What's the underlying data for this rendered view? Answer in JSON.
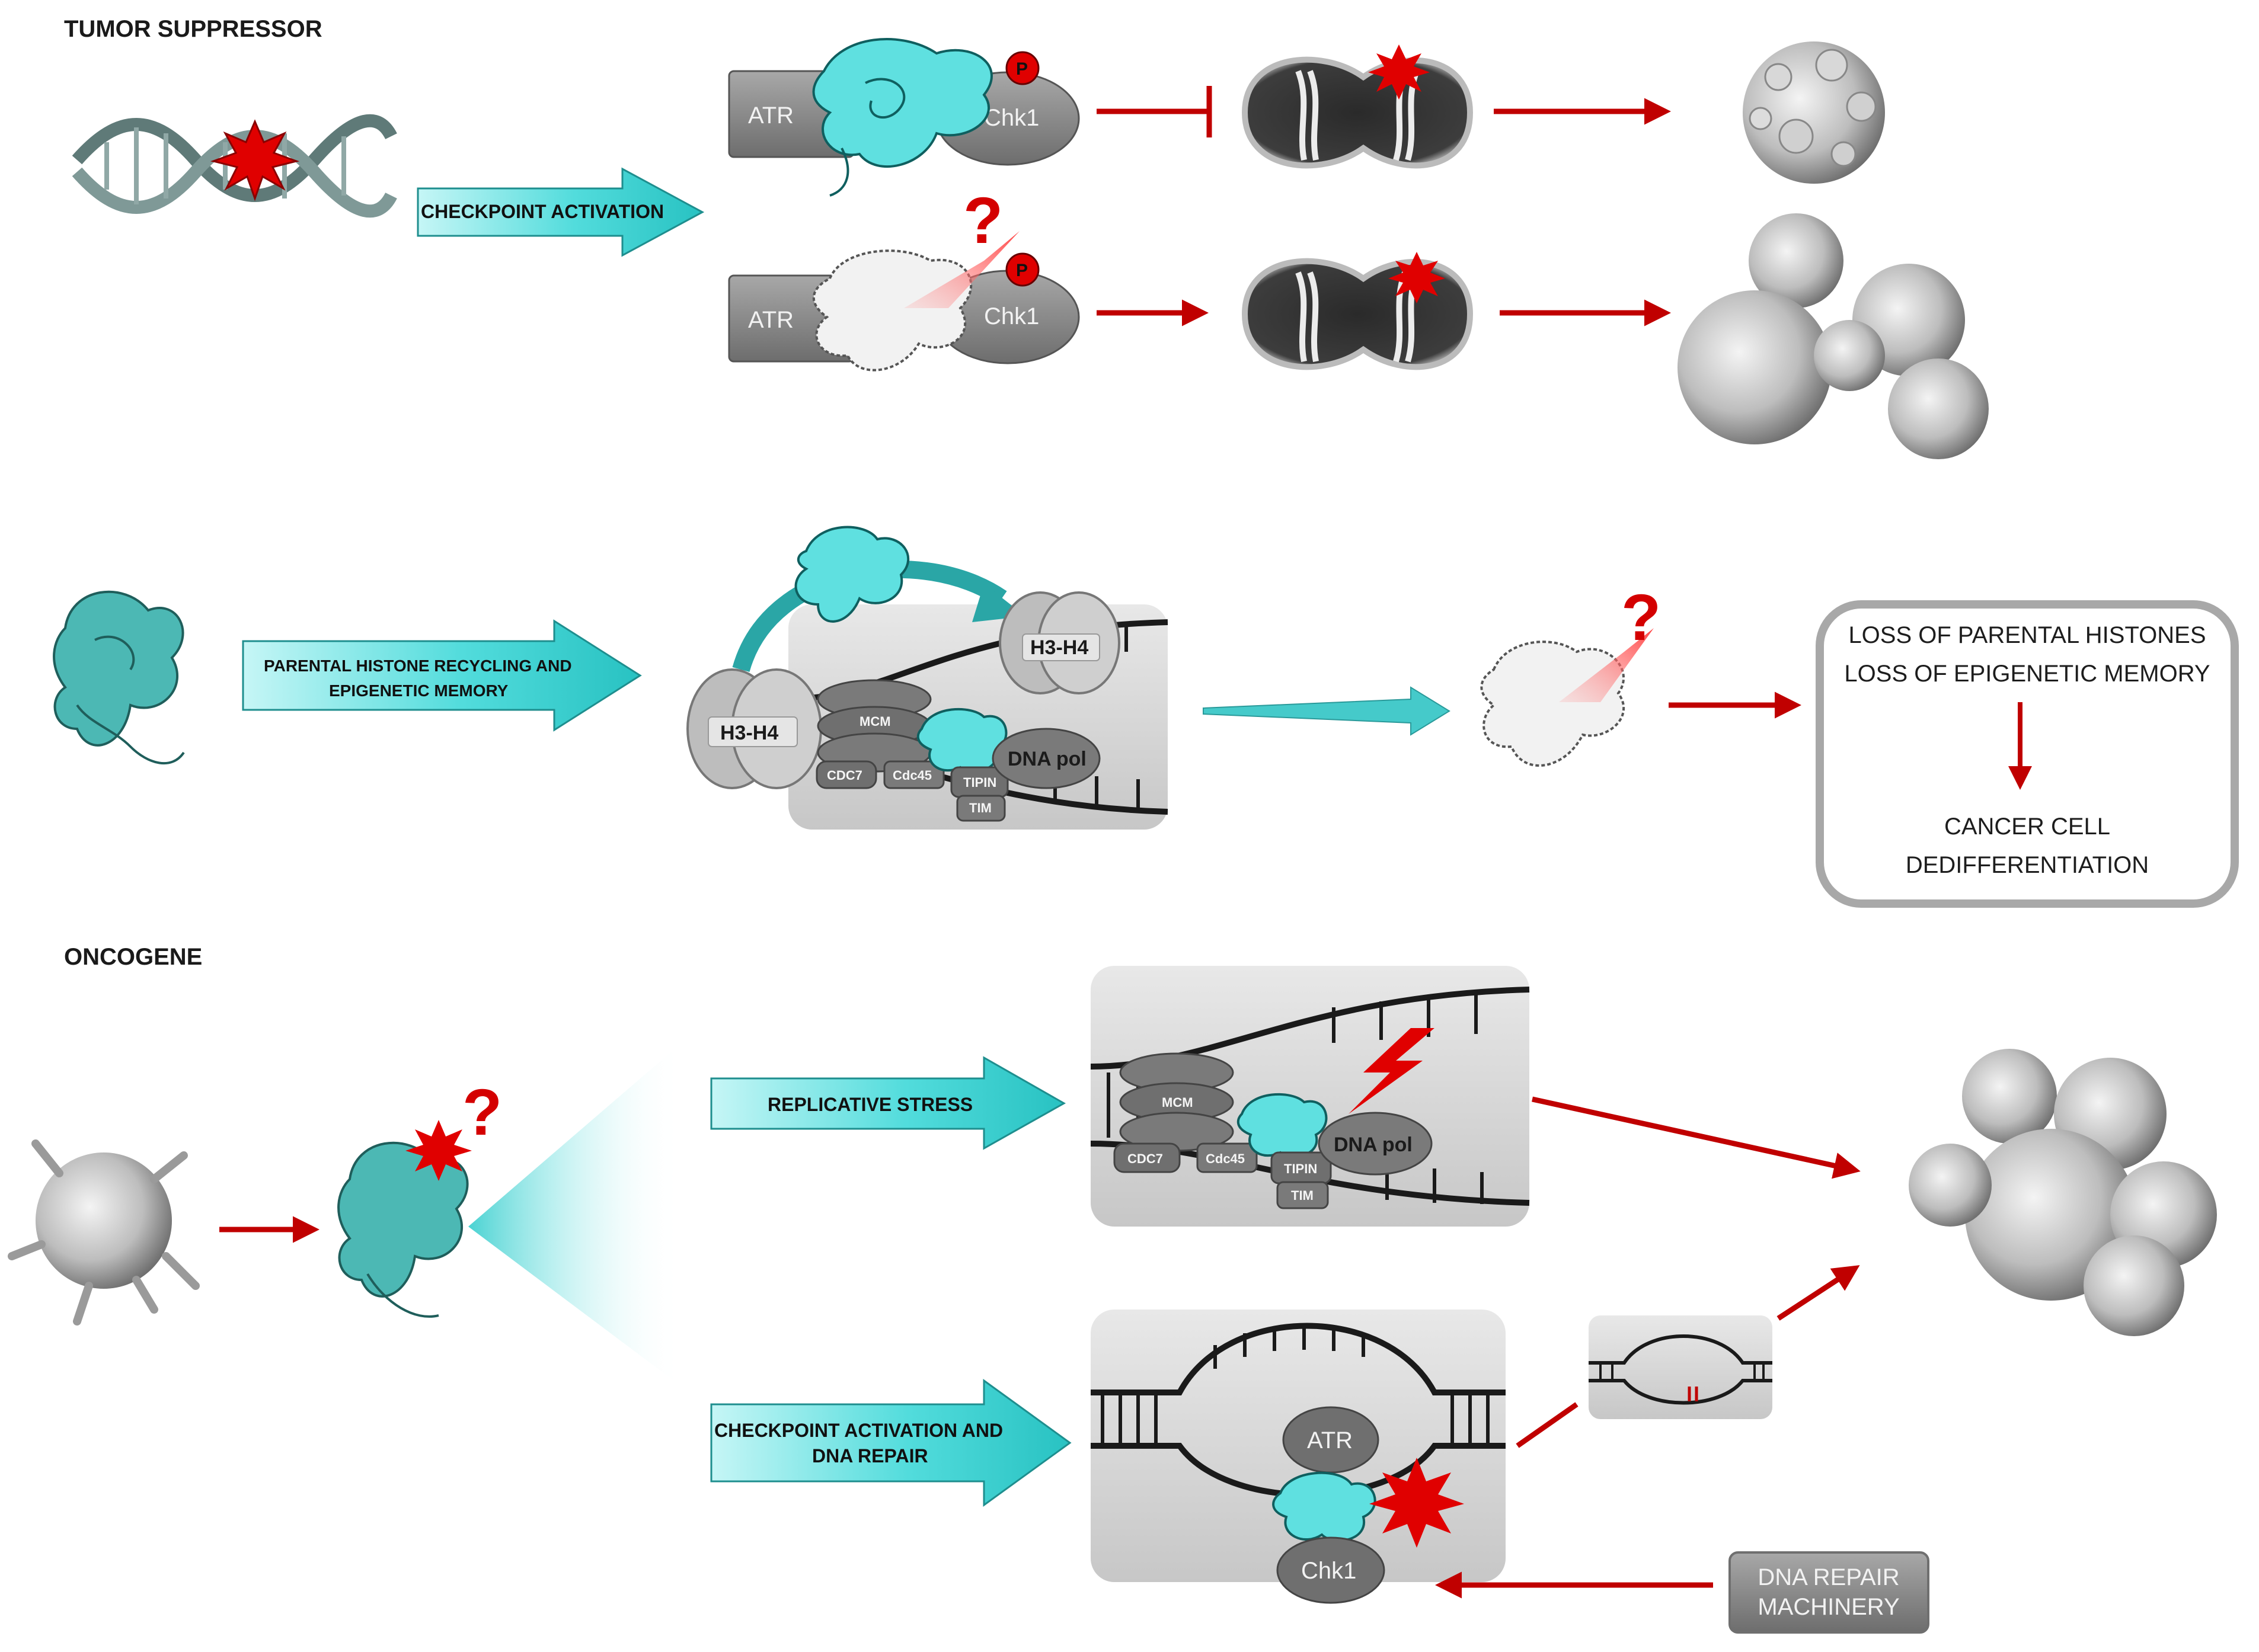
{
  "sections": {
    "tumor_suppressor": "TUMOR SUPPRESSOR",
    "oncogene": "ONCOGENE"
  },
  "arrows": {
    "checkpoint_activation": "CHECKPOINT ACTIVATION",
    "histone_recycling_line1": "PARENTAL HISTONE RECYCLING AND",
    "histone_recycling_line2": "EPIGENETIC MEMORY",
    "replicative_stress": "REPLICATIVE STRESS",
    "checkpoint_repair_line1": "CHECKPOINT ACTIVATION AND",
    "checkpoint_repair_line2": "DNA REPAIR"
  },
  "labels": {
    "atr": "ATR",
    "chk1": "Chk1",
    "phospho": "P",
    "h3h4": "H3-H4",
    "mcm": "MCM",
    "cdc7": "CDC7",
    "cdc45": "Cdc45",
    "tipin": "TIPIN",
    "tim": "TIM",
    "dna_pol": "DNA pol",
    "question": "?"
  },
  "outcome_box": {
    "line1": "LOSS OF PARENTAL HISTONES",
    "line2": "LOSS OF EPIGENETIC MEMORY",
    "line3": "CANCER CELL",
    "line4": "DEDIFFERENTIATION"
  },
  "repair_box": {
    "line1": "DNA REPAIR",
    "line2": "MACHINERY"
  },
  "colors": {
    "teal": "#4fd6d6",
    "red": "#c00000",
    "grey": "#8a8a8a",
    "dark_grey": "#5f5f5f"
  }
}
